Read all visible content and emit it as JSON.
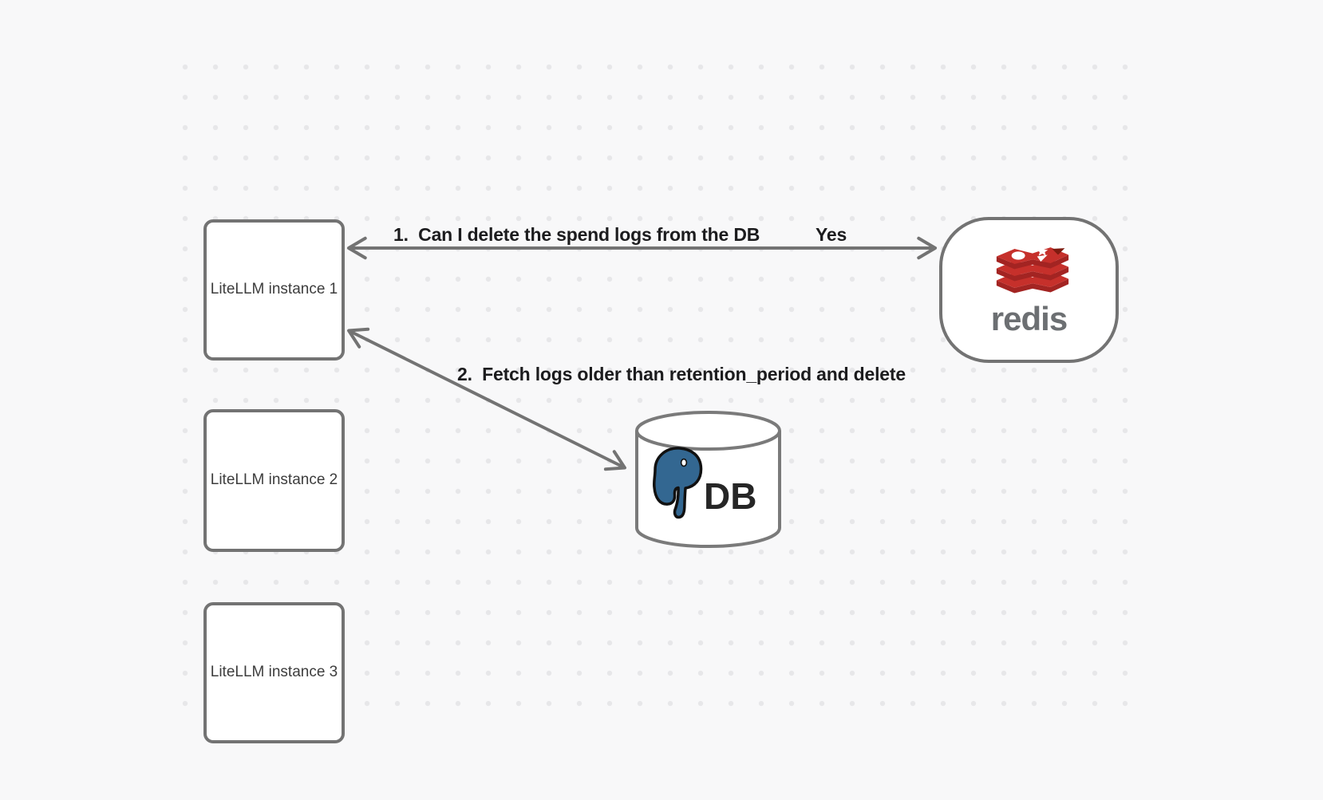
{
  "canvas": {
    "background_color": "#f8f8f9",
    "dot_color": "#e7e7e9"
  },
  "nodes": {
    "instances": [
      {
        "label": "LiteLLM instance 1"
      },
      {
        "label": "LiteLLM instance 2"
      },
      {
        "label": "LiteLLM instance 3"
      }
    ],
    "redis": {
      "label": "redis"
    },
    "db": {
      "label": "DB"
    }
  },
  "arrows": {
    "arrow1": {
      "label": "1.  Can I delete the spend logs from the DB",
      "response": "Yes"
    },
    "arrow2": {
      "label": "2.  Fetch logs older than retention_period and delete"
    }
  },
  "icons": {
    "redis_logo": "redis-logo-icon",
    "postgres_elephant": "postgresql-elephant-icon"
  },
  "colors": {
    "stroke_gray": "#737373",
    "label_text": "#1c1c1e",
    "node_text": "#3d3d3d",
    "redis_red": "#c6302b",
    "redis_red_dark": "#a32422",
    "redis_wordmark": "#6c6f72",
    "postgres_blue": "#336791"
  }
}
